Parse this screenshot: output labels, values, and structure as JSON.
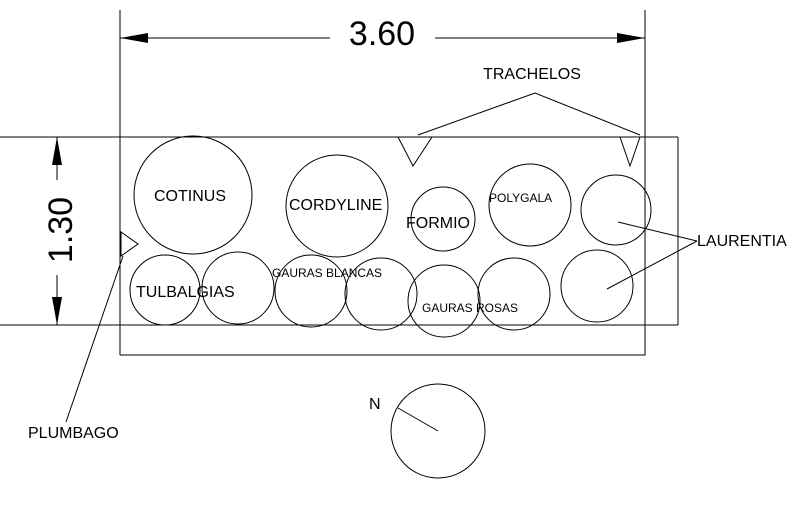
{
  "dimensions": {
    "width_label": "3.60",
    "height_label": "1.30"
  },
  "labels": {
    "trachelos": "TRACHELOS",
    "cotinus": "COTINUS",
    "cordyline": "CORDYLINE",
    "formio": "FORMIO",
    "polygala": "POLYGALA",
    "laurentia": "LAURENTIA",
    "tulbalgias": "TULBALGIAS",
    "gauras_blancas": "GAURAS BLANCAS",
    "gauras_rosas": "GAURAS ROSAS",
    "plumbago": "PLUMBAGO",
    "north": "N"
  }
}
